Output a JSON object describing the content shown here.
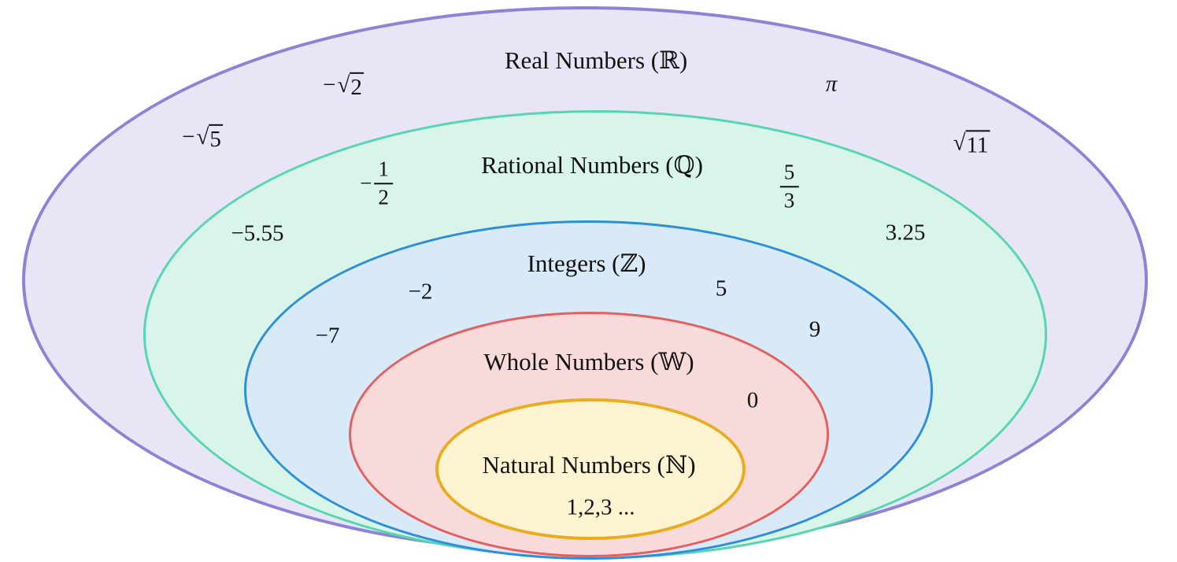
{
  "diagram": {
    "title": "Real number system nested sets",
    "sets": [
      {
        "id": "real",
        "label": "Real Numbers (ℝ)",
        "border": "#8c82d6",
        "fill": "#e8e6f6"
      },
      {
        "id": "rational",
        "label": "Rational Numbers (ℚ)",
        "border": "#56d6b0",
        "fill": "#d9f4e9"
      },
      {
        "id": "integers",
        "label": "Integers (ℤ)",
        "border": "#2e8fd8",
        "fill": "#d8eaf8"
      },
      {
        "id": "whole",
        "label": "Whole Numbers (𝕎)",
        "border": "#e55f5f",
        "fill": "#f9dada"
      },
      {
        "id": "natural",
        "label": "Natural Numbers (ℕ)",
        "border": "#e7ad1f",
        "fill": "#fdf3d0"
      }
    ],
    "examples": {
      "neg_sqrt2": {
        "prefix": "−",
        "radical": "√",
        "radicand": "2"
      },
      "pi": {
        "text": "π"
      },
      "neg_sqrt5": {
        "prefix": "−",
        "radical": "√",
        "radicand": "5"
      },
      "sqrt11": {
        "prefix": "",
        "radical": "√",
        "radicand": "11"
      },
      "neg_half": {
        "sign": "−",
        "numerator": "1",
        "denominator": "2"
      },
      "five_thirds": {
        "sign": "",
        "numerator": "5",
        "denominator": "3"
      },
      "neg_5_55": {
        "text": "−5.55"
      },
      "p3_25": {
        "text": "3.25"
      },
      "neg_2": {
        "text": "−2"
      },
      "p5": {
        "text": "5"
      },
      "neg_7": {
        "text": "−7"
      },
      "p9": {
        "text": "9"
      },
      "zero": {
        "text": "0"
      },
      "naturals_sequence": {
        "text": "1,2,3 ..."
      }
    }
  }
}
